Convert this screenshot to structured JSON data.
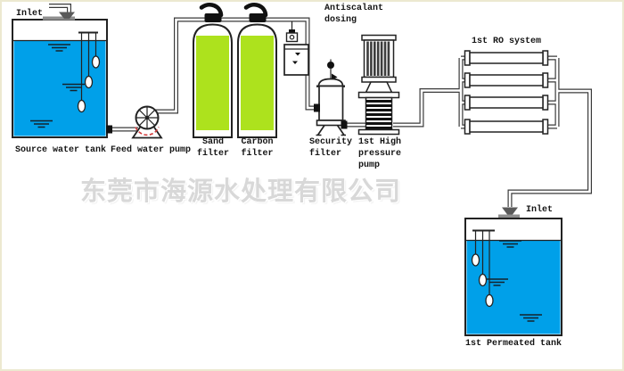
{
  "diagram": {
    "watermark": "东莞市海源水处理有限公司",
    "labels": {
      "source_inlet": "Inlet",
      "source_tank": "Source water tank",
      "feed_pump": "Feed water pump",
      "sand_filter": [
        "Sand",
        "filter"
      ],
      "carbon_filter": [
        "Carbon",
        "filter"
      ],
      "antiscalant_dosing": [
        "Antiscalant",
        "dosing"
      ],
      "security_filter": [
        "Security",
        "filter"
      ],
      "high_pressure_pump": [
        "1st High",
        "pressure",
        "pump"
      ],
      "ro_system": "1st RO system",
      "permeate_inlet": "Inlet",
      "permeate_tank": "1st Permeated tank"
    },
    "colors": {
      "water": "#00A0E9",
      "filter_media": "#ADE21D",
      "pipe_outline": "#3a3a3a",
      "equipment_outline": "#222222",
      "valve_black": "#111111",
      "pump_accent_red": "#d23b3b",
      "mount_gray": "#8f8f8f",
      "frame_cream": "#ece9d0",
      "watermark_gray": "#d8d8d8"
    }
  }
}
